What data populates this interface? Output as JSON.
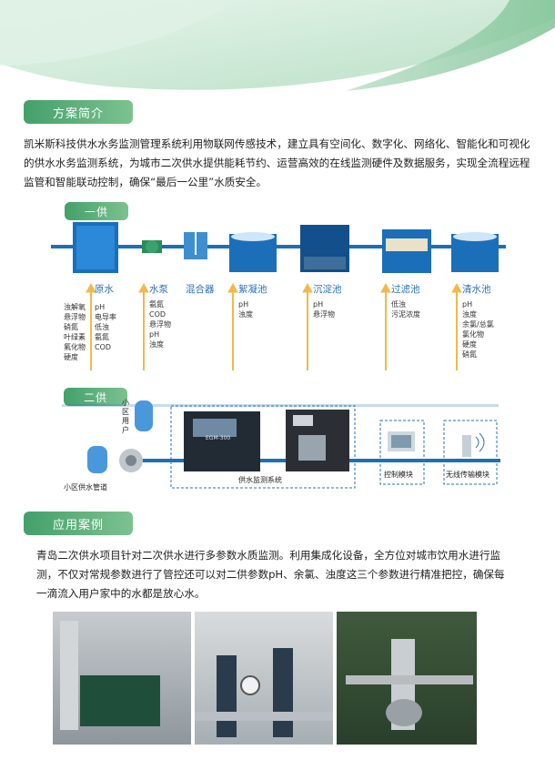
{
  "section1": {
    "title": "方案简介",
    "text": "凯米斯科技供水水务监测管理系统利用物联网传感技术，建立具有空间化、数字化、网络化、智能化和可视化的供水水务监测系统，为城市二次供水提供能耗节约、运营高效的在线监测硬件及数据服务，实现全流程远程监管和智能联动控制，确保“最后一公里”水质安全。"
  },
  "diagram1": {
    "tag": "一供",
    "stages": [
      {
        "name": "原水",
        "left": [
          "浊解氧",
          "悬浮物",
          "硝氮",
          "叶绿素",
          "氟化物",
          "硬度"
        ],
        "right": [
          "pH",
          "电导率",
          "低浊",
          "氨氮",
          "COD"
        ]
      },
      {
        "name": "水泵",
        "left": [],
        "right": [
          "氨氮",
          "COD",
          "悬浮物",
          "pH",
          "浊度"
        ]
      },
      {
        "name": "混合器",
        "left": [],
        "right": []
      },
      {
        "name": "絮凝池",
        "left": [],
        "right": [
          "pH",
          "浊度"
        ]
      },
      {
        "name": "沉淀池",
        "left": [],
        "right": [
          "pH",
          "悬浮物"
        ]
      },
      {
        "name": "过滤池",
        "left": [],
        "right": [
          "低浊",
          "污泥浓度"
        ]
      },
      {
        "name": "清水池",
        "left": [],
        "right": [
          "pH",
          "浊度",
          "余氯/总氯",
          "氯化物",
          "硬度",
          "硝氮"
        ]
      }
    ]
  },
  "diagram2": {
    "tag": "二供",
    "user_label": "小区用户",
    "pipe_label": "小区供水管道",
    "system_label": "供水监测系统",
    "device_label": "EGM-300",
    "control_label": "控制模块",
    "wireless_label": "无线传输模块"
  },
  "section2": {
    "title": "应用案例",
    "text": "青岛二次供水项目针对二次供水进行多参数水质监测。利用集成化设备，全方位对城市饮用水进行监测，不仅对常规参数进行了管控还可以对二供参数pH、余氯、浊度这三个参数进行精准把控，确保每一滴流入用户家中的水都是放心水。"
  },
  "colors": {
    "accent": "#4aa46f",
    "pipe": "#1b6fb8",
    "label": "#2a72b8"
  }
}
